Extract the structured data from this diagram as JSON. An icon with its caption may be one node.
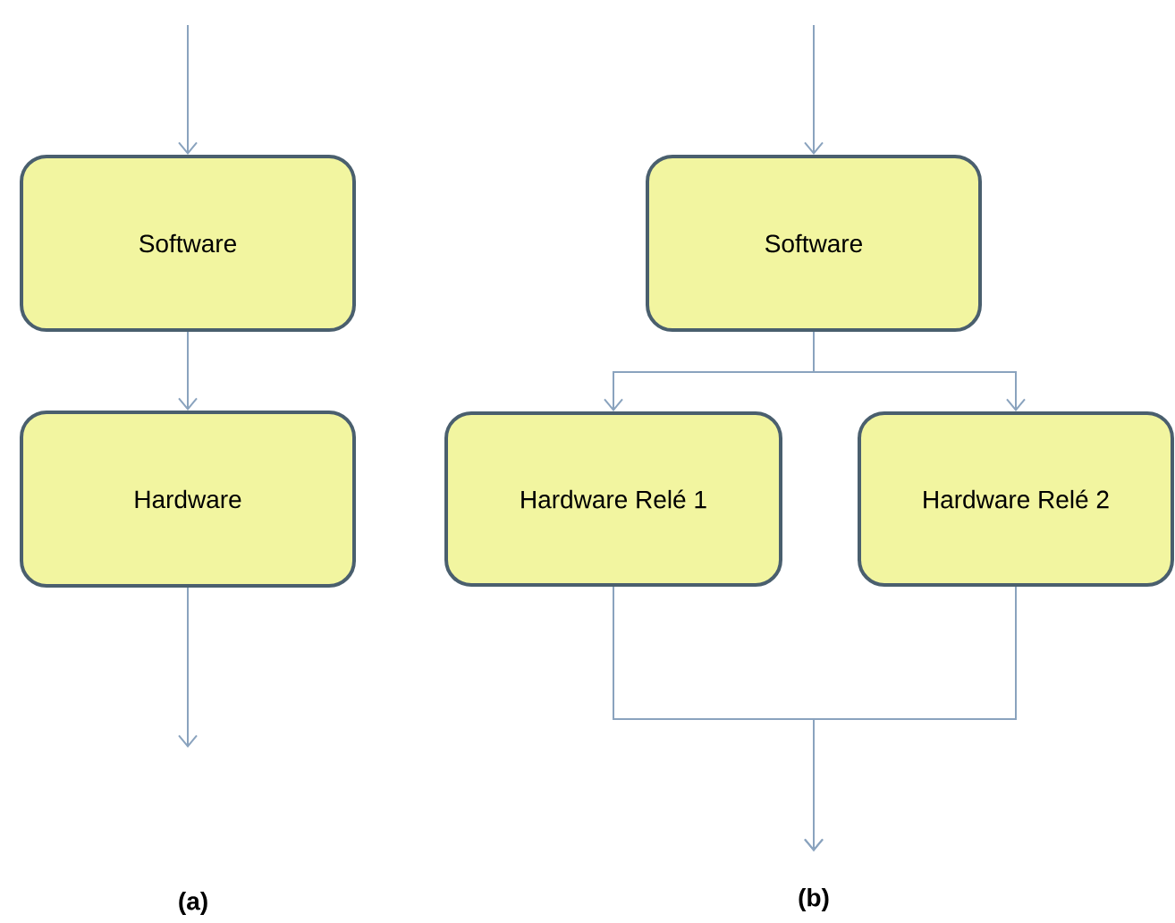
{
  "diagram": {
    "nodes": [
      {
        "text": [
          "Software"
        ]
      },
      {
        "text": [
          "Hardware"
        ]
      },
      {
        "text": [
          "Software"
        ]
      },
      {
        "text": [
          "Hardware Relé 1"
        ]
      },
      {
        "text": [
          "Hardware Relé 2"
        ]
      }
    ],
    "edges": [
      {
        "from": null,
        "to": 0,
        "arrow": "to"
      },
      {
        "from": 0,
        "to": 1,
        "arrow": "to"
      },
      {
        "from": 1,
        "to": null,
        "arrow": "to"
      },
      {
        "from": null,
        "to": 2,
        "arrow": "to"
      },
      {
        "from": 2,
        "to": 3,
        "arrow": "to"
      },
      {
        "from": 2,
        "to": 4,
        "arrow": "to"
      },
      {
        "from": 3,
        "to": null,
        "arrow": "to"
      },
      {
        "from": 4,
        "to": null,
        "arrow": "to"
      }
    ],
    "labels": [
      "(a)",
      "(b)"
    ]
  }
}
